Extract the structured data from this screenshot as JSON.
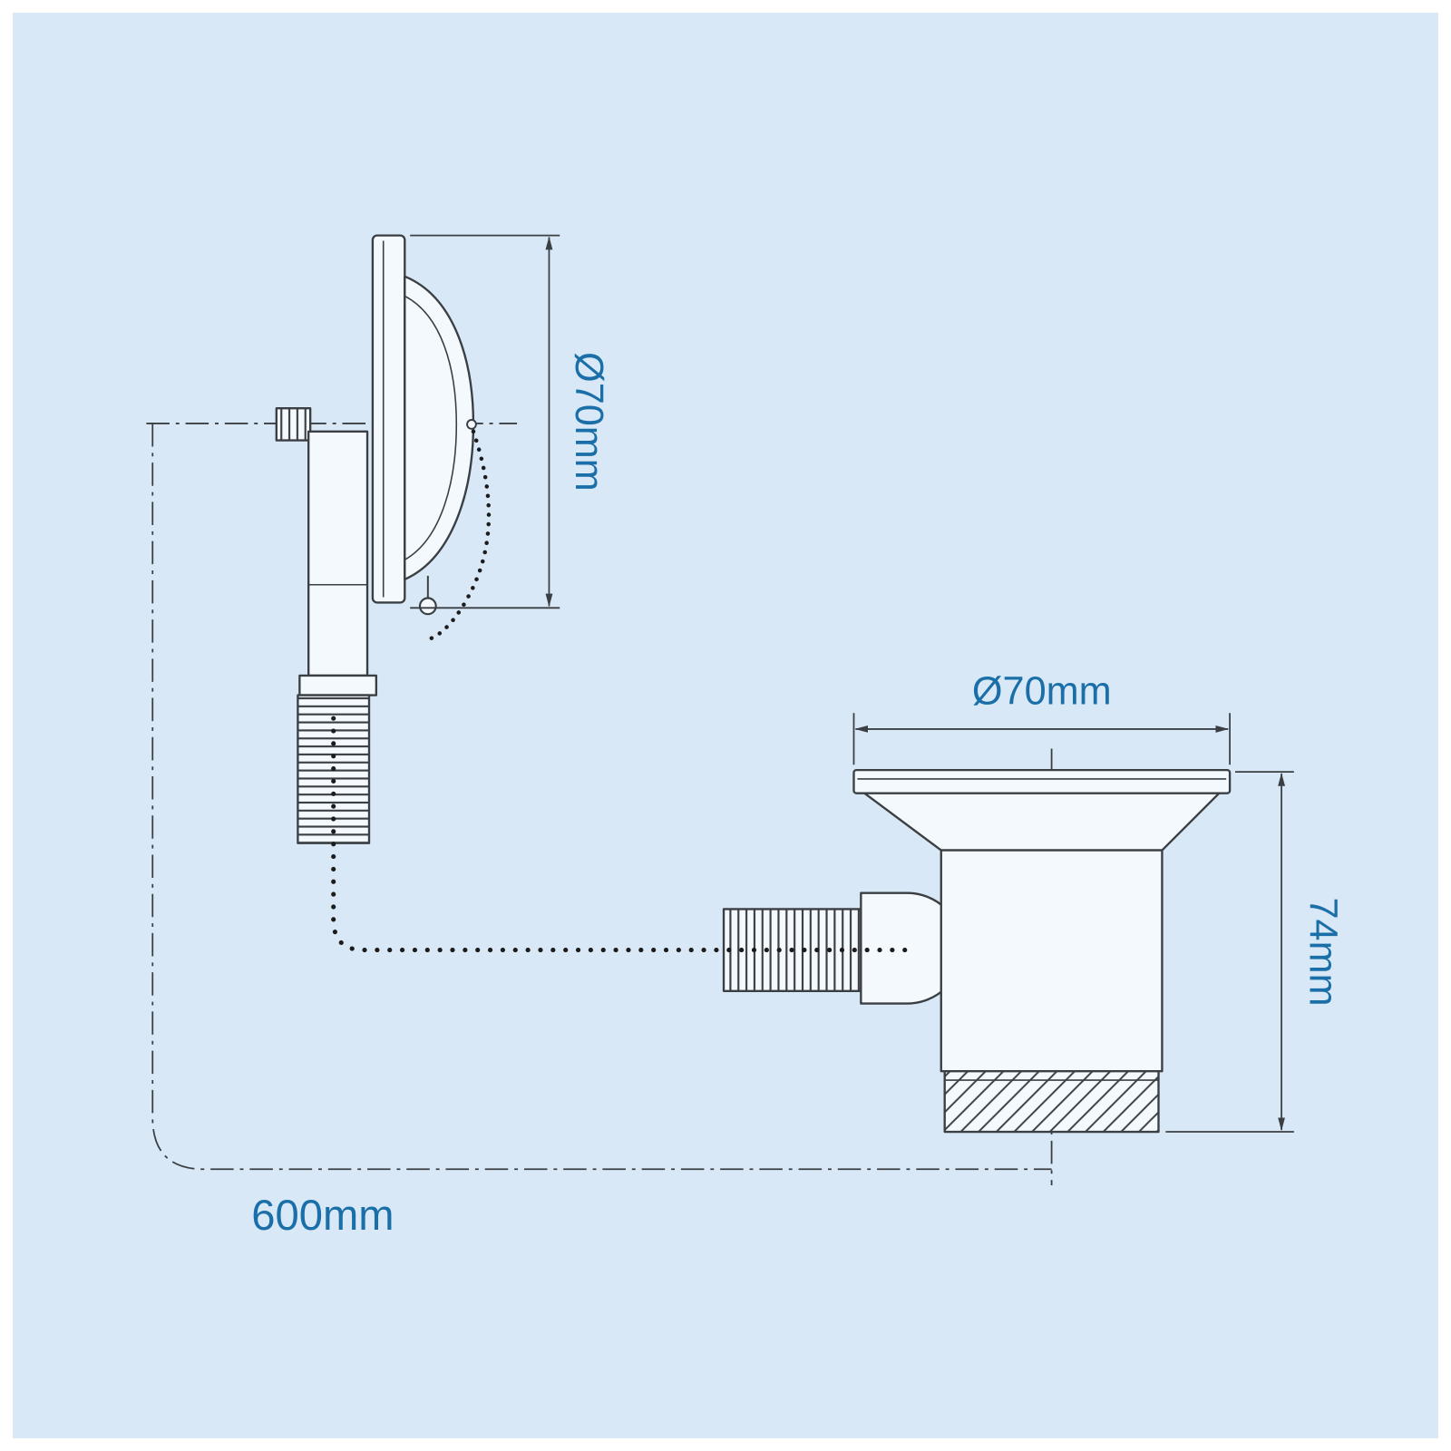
{
  "dimensions": {
    "overflow_diameter": "Ø70mm",
    "waste_diameter": "Ø70mm",
    "waste_height": "74mm",
    "cable_length": "600mm"
  },
  "colors": {
    "background": "#d9e8f6",
    "line": "#3a3f44",
    "dimension_text": "#1a6fa8"
  }
}
